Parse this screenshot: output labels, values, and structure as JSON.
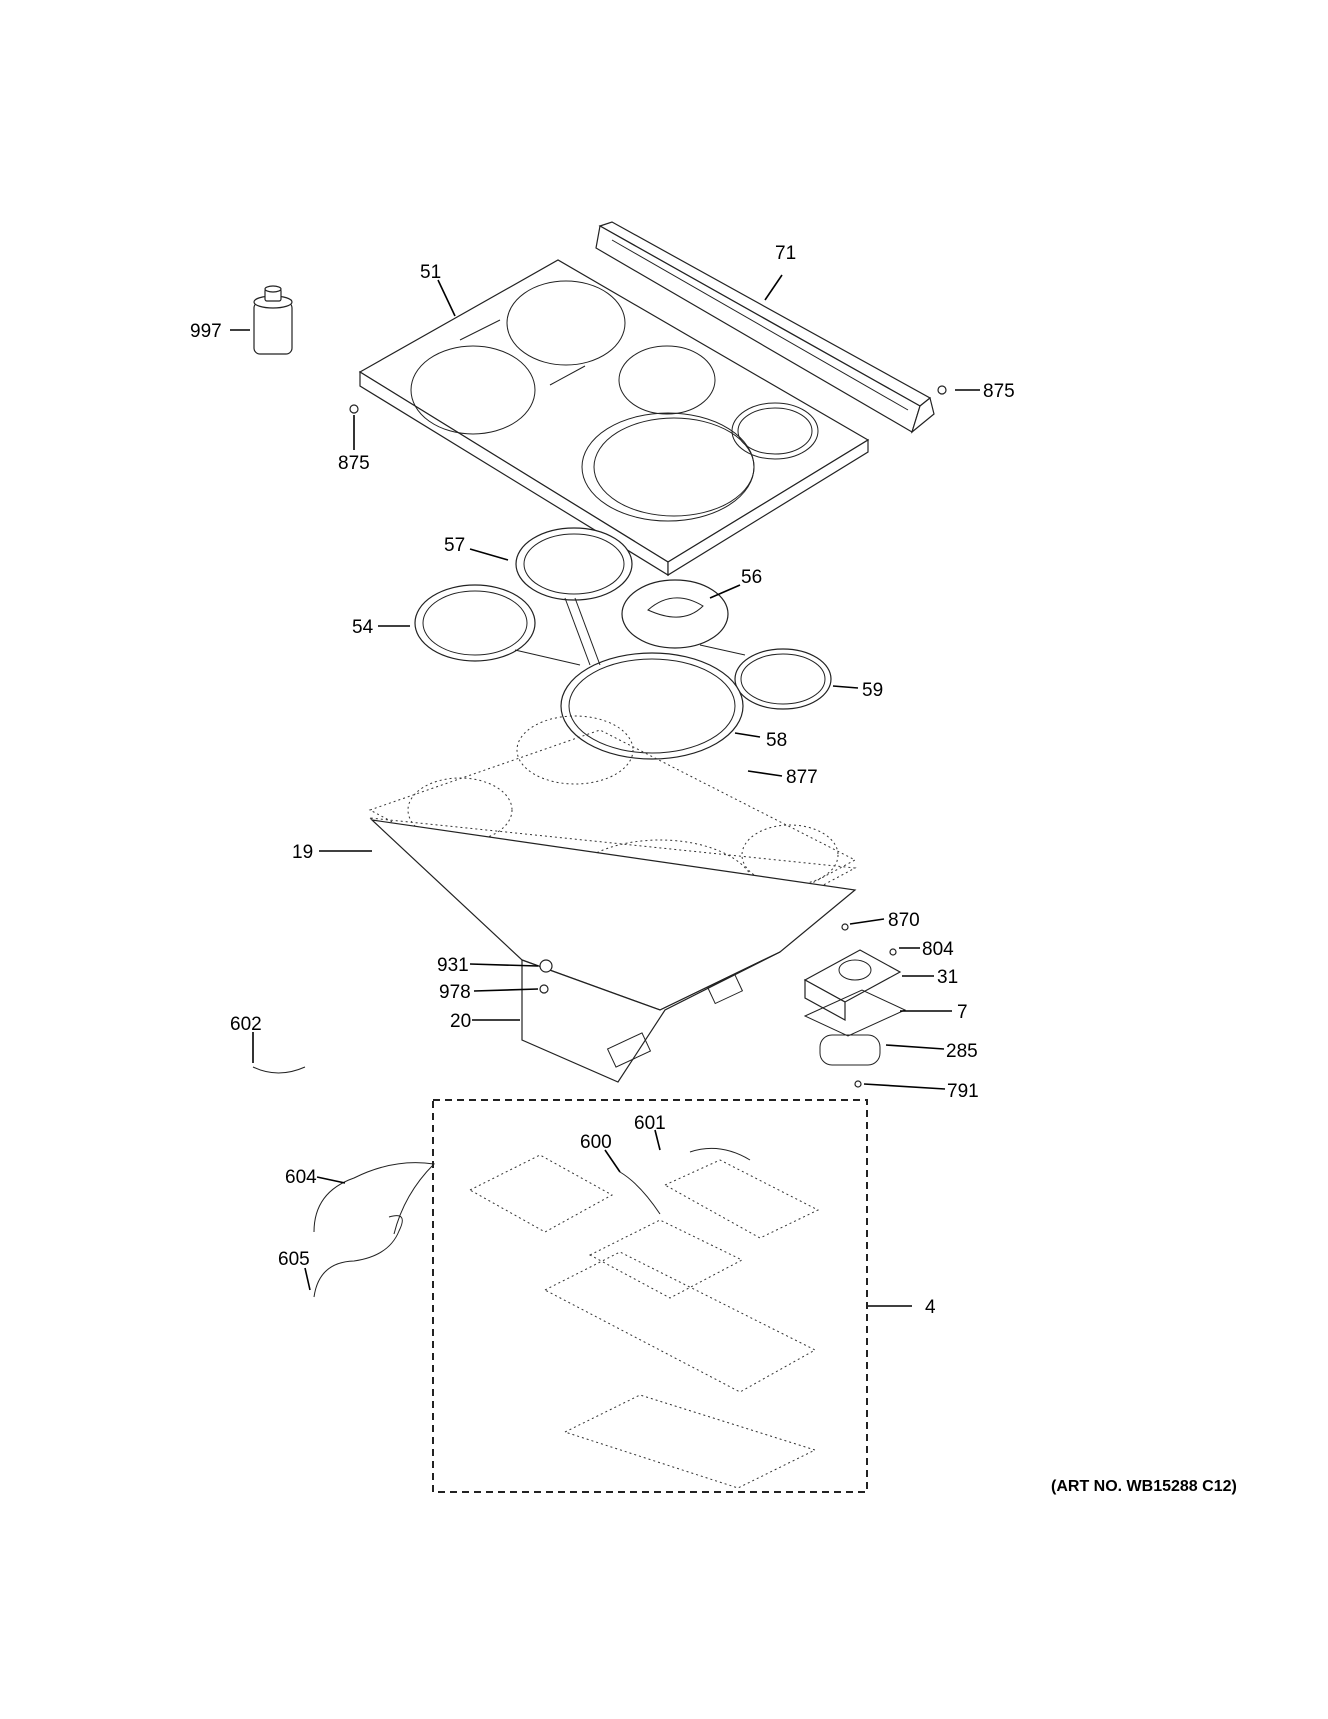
{
  "art_number": "(ART NO. WB15288 C12)",
  "callouts": {
    "c997": "997",
    "c51": "51",
    "c71": "71",
    "c875a": "875",
    "c875b": "875",
    "c57": "57",
    "c56": "56",
    "c54": "54",
    "c59": "59",
    "c58": "58",
    "c877": "877",
    "c19": "19",
    "c870": "870",
    "c804": "804",
    "c931": "931",
    "c31": "31",
    "c978": "978",
    "c7": "7",
    "c20": "20",
    "c602": "602",
    "c285": "285",
    "c791": "791",
    "c601": "601",
    "c600": "600",
    "c604": "604",
    "c605": "605",
    "c4": "4"
  }
}
